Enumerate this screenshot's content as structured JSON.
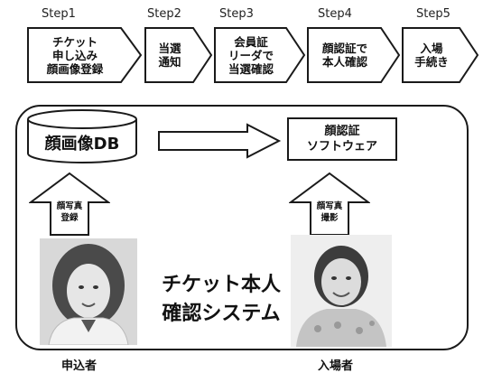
{
  "steps": [
    {
      "label": "Step1",
      "lines": [
        "チケット",
        "申し込み",
        "顔画像登録"
      ]
    },
    {
      "label": "Step2",
      "lines": [
        "当選",
        "通知"
      ]
    },
    {
      "label": "Step3",
      "lines": [
        "会員証",
        "リーダで",
        "当選確認"
      ]
    },
    {
      "label": "Step4",
      "lines": [
        "顔認証で",
        "本人確認"
      ]
    },
    {
      "label": "Step5",
      "lines": [
        "入場",
        "手続き"
      ]
    }
  ],
  "system": {
    "db_label": "顔画像DB",
    "software_lines": [
      "顔認証",
      "ソフトウェア"
    ],
    "left_arrow_lines": [
      "顔写真",
      "登録"
    ],
    "right_arrow_lines": [
      "顔写真",
      "撮影"
    ],
    "title_lines": [
      "チケット本人",
      "確認システム"
    ]
  },
  "people": {
    "left": "申込者",
    "right": "入場者"
  }
}
